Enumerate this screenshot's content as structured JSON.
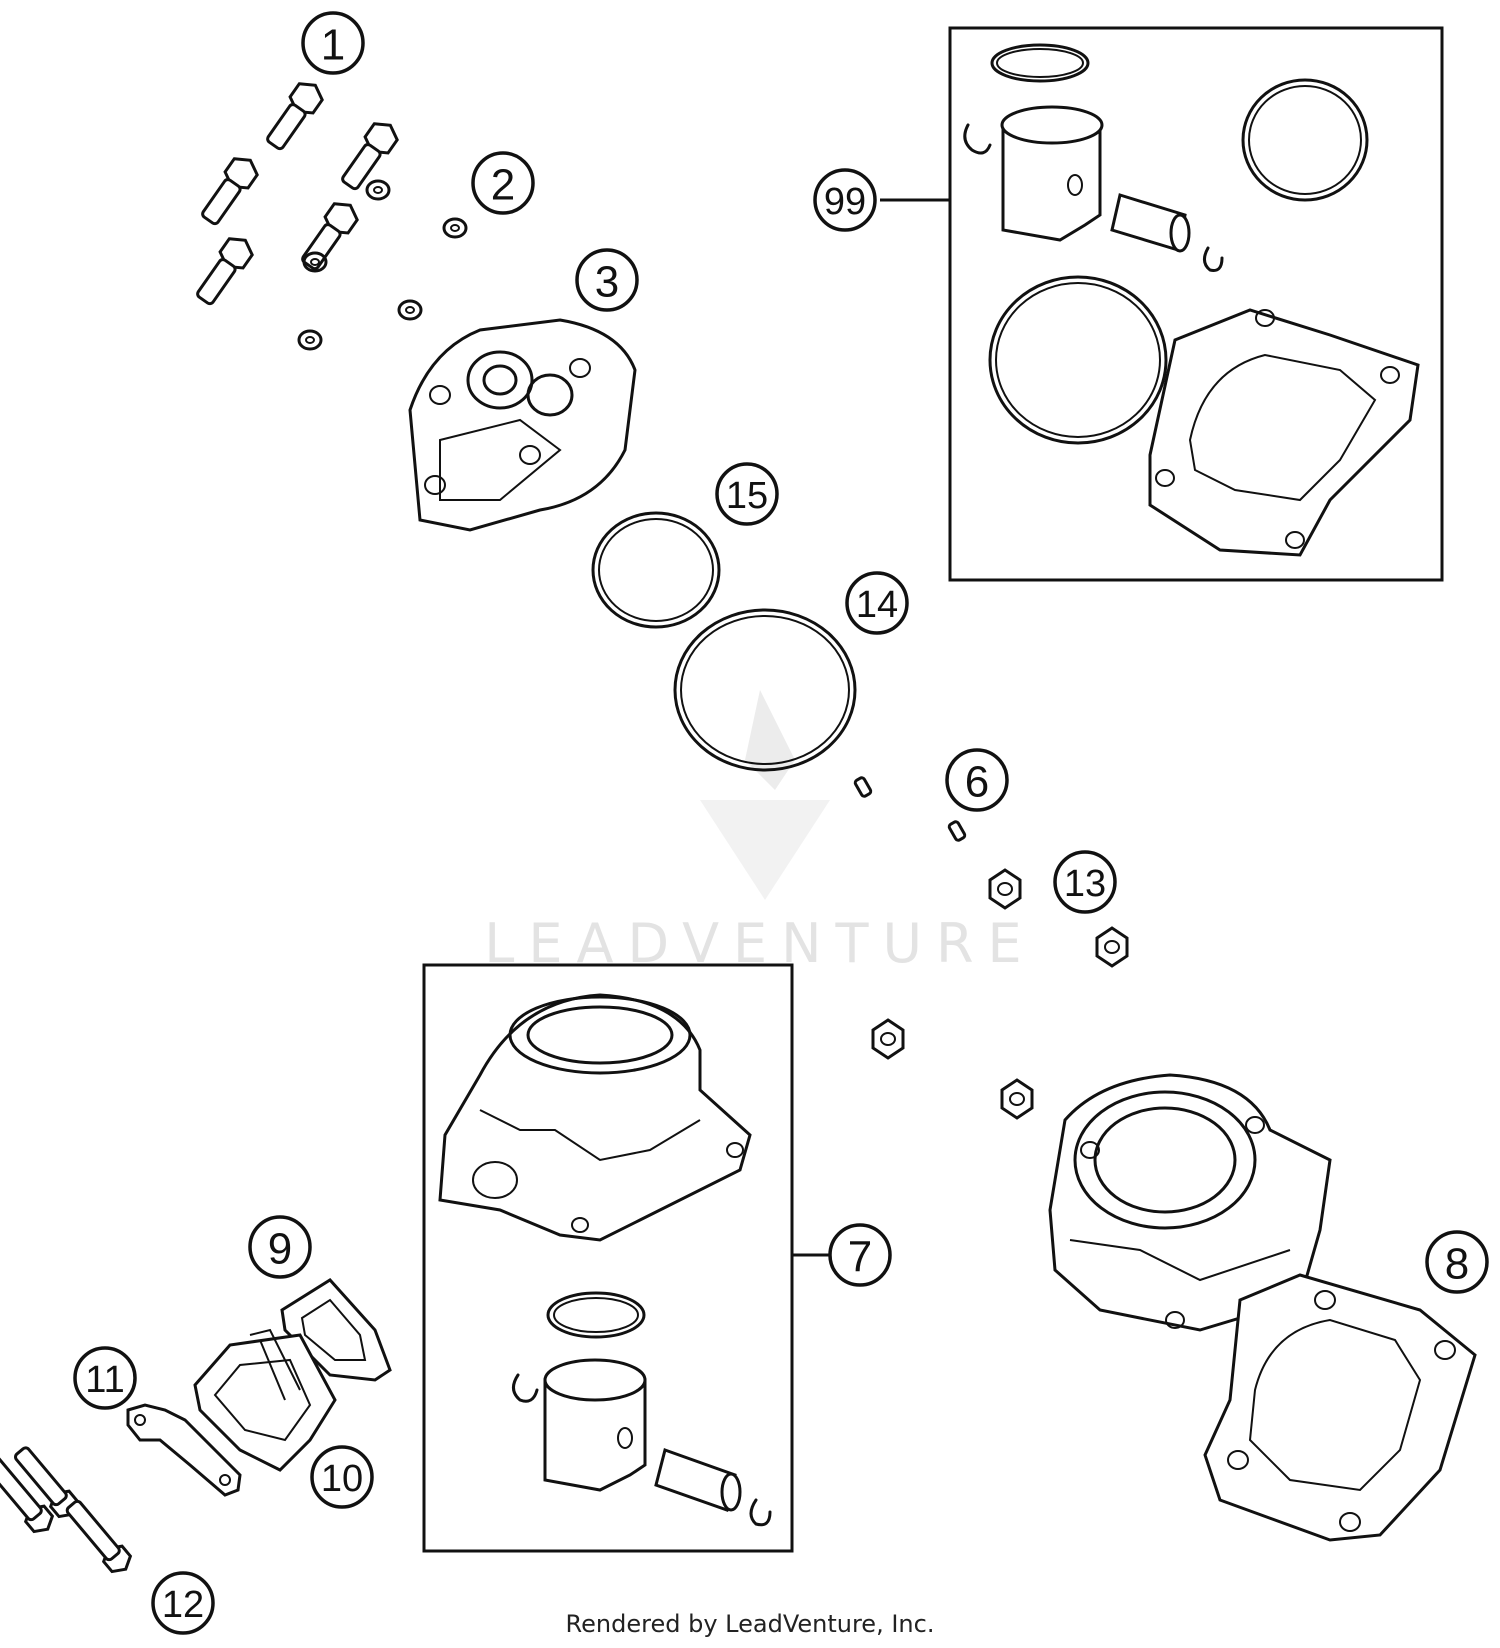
{
  "callouts": [
    {
      "label": "1"
    },
    {
      "label": "2"
    },
    {
      "label": "3"
    },
    {
      "label": "99"
    },
    {
      "label": "15"
    },
    {
      "label": "14"
    },
    {
      "label": "6"
    },
    {
      "label": "13"
    },
    {
      "label": "7"
    },
    {
      "label": "8"
    },
    {
      "label": "9"
    },
    {
      "label": "11"
    },
    {
      "label": "10"
    },
    {
      "label": "12"
    }
  ],
  "watermark": "LEADVENTURE",
  "footer": "Rendered by LeadVenture, Inc."
}
